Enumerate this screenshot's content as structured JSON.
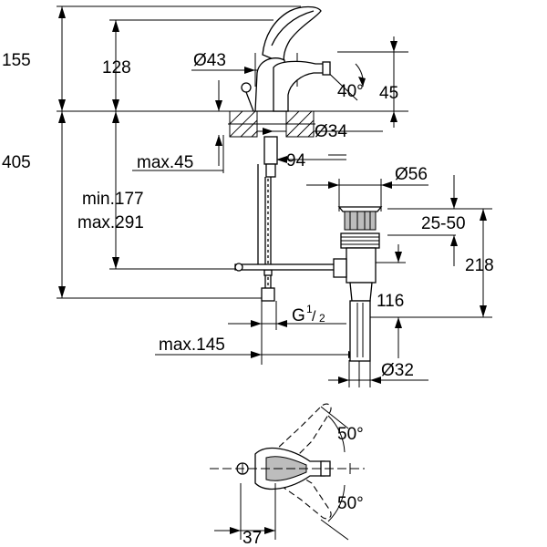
{
  "drawing": {
    "dimensions": {
      "d155": "155",
      "d128": "128",
      "d405": "405",
      "d_min177": "min.177",
      "d_max291": "max.291",
      "d_o43": "Ø43",
      "d_40deg": "40°",
      "d_45": "45",
      "d_o34": "Ø34",
      "d_max45": "max.45",
      "d_94": "94",
      "d_o56": "Ø56",
      "d_2550": "25-50",
      "d_218": "218",
      "d_116": "116",
      "d_g_base": "G",
      "d_g_num": "1",
      "d_g_den": "2",
      "d_max145": "max.145",
      "d_o32": "Ø32",
      "d_50top": "50°",
      "d_50bottom": "50°",
      "d_37": "37"
    }
  }
}
